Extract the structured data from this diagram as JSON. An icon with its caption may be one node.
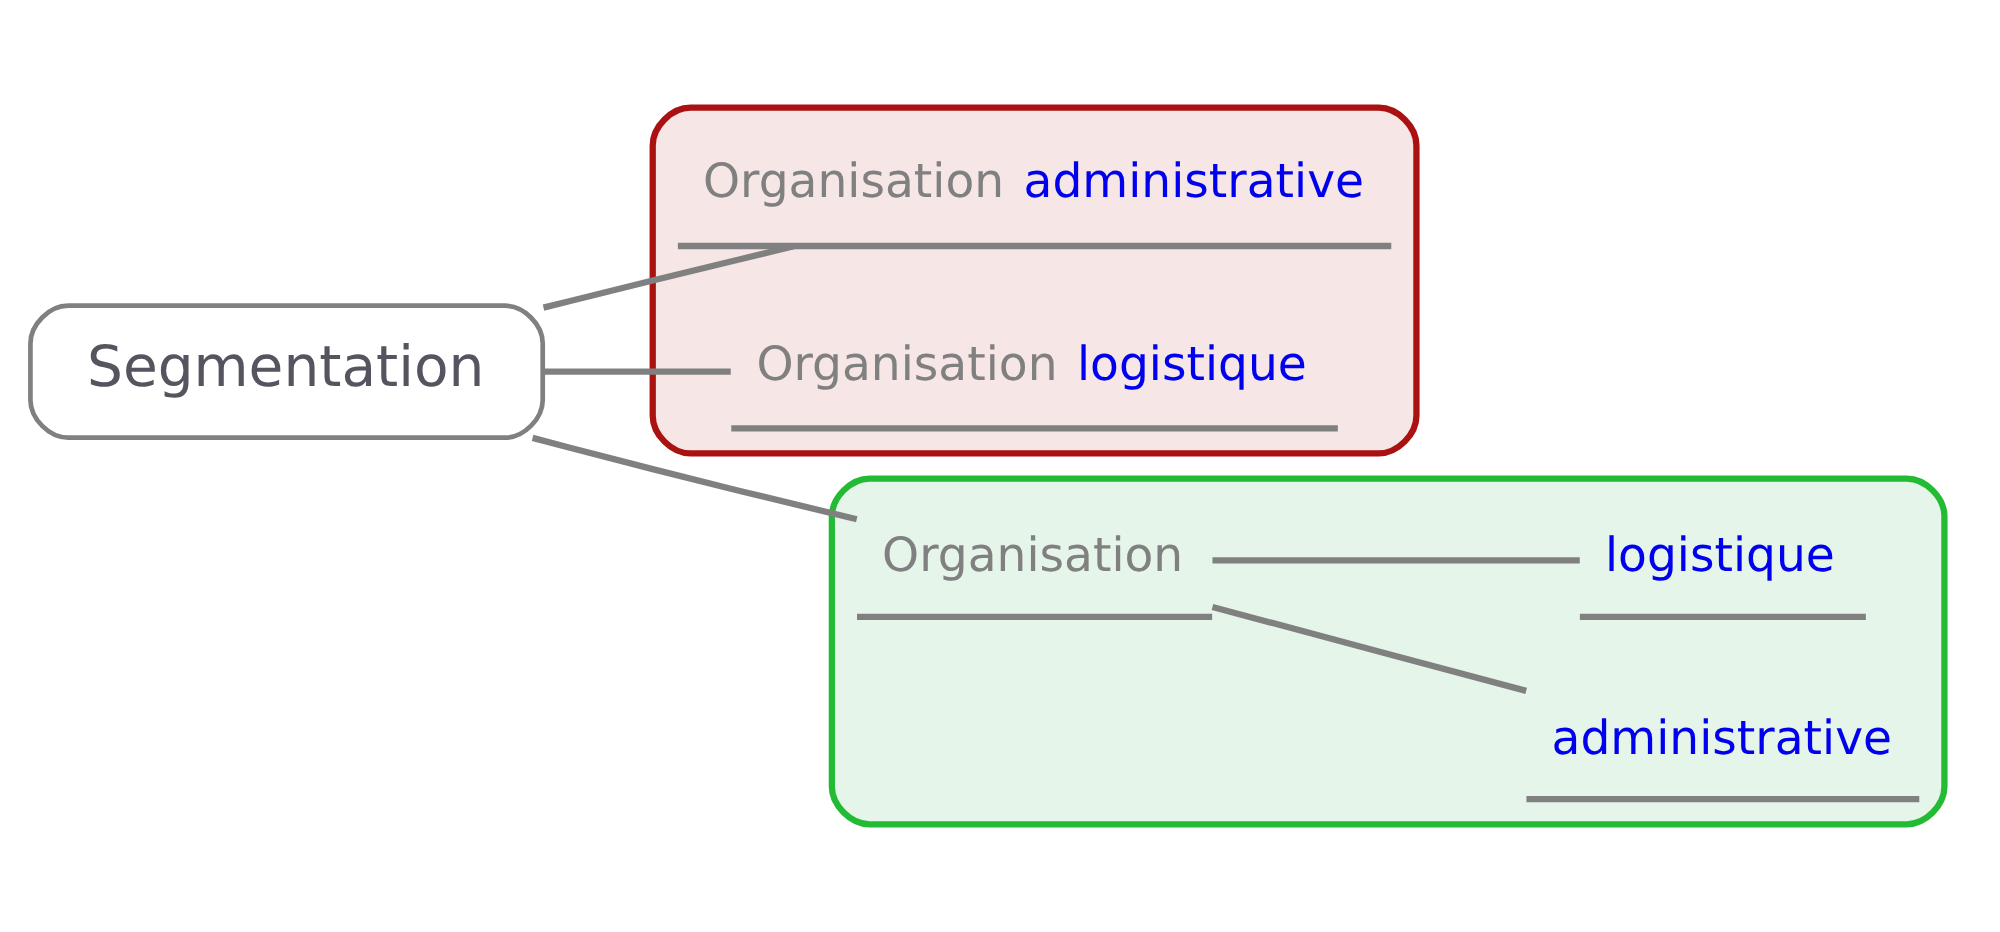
{
  "diagram": {
    "nodes": [
      {
        "text": [
          "Segmentation"
        ]
      },
      {
        "text": [],
        "shape": "box"
      },
      {
        "text": [
          "Organisation",
          "administrative"
        ],
        "in": 1
      },
      {
        "text": [
          "Organisation",
          "logistique"
        ],
        "in": 1
      },
      {
        "text": [],
        "shape": "box"
      },
      {
        "text": [
          "Organisation"
        ],
        "in": 4
      },
      {
        "text": [
          "administrative"
        ],
        "in": 4
      },
      {
        "text": [
          "logistique"
        ],
        "in": 4
      }
    ],
    "edges": [
      {
        "from": 0,
        "to": 2,
        "arrow": "none"
      },
      {
        "from": 0,
        "to": 3,
        "arrow": "none"
      },
      {
        "from": 0,
        "to": 5,
        "arrow": "none"
      },
      {
        "from": 5,
        "to": 6,
        "arrow": "none"
      },
      {
        "from": 5,
        "to": 7,
        "arrow": "none"
      }
    ]
  }
}
